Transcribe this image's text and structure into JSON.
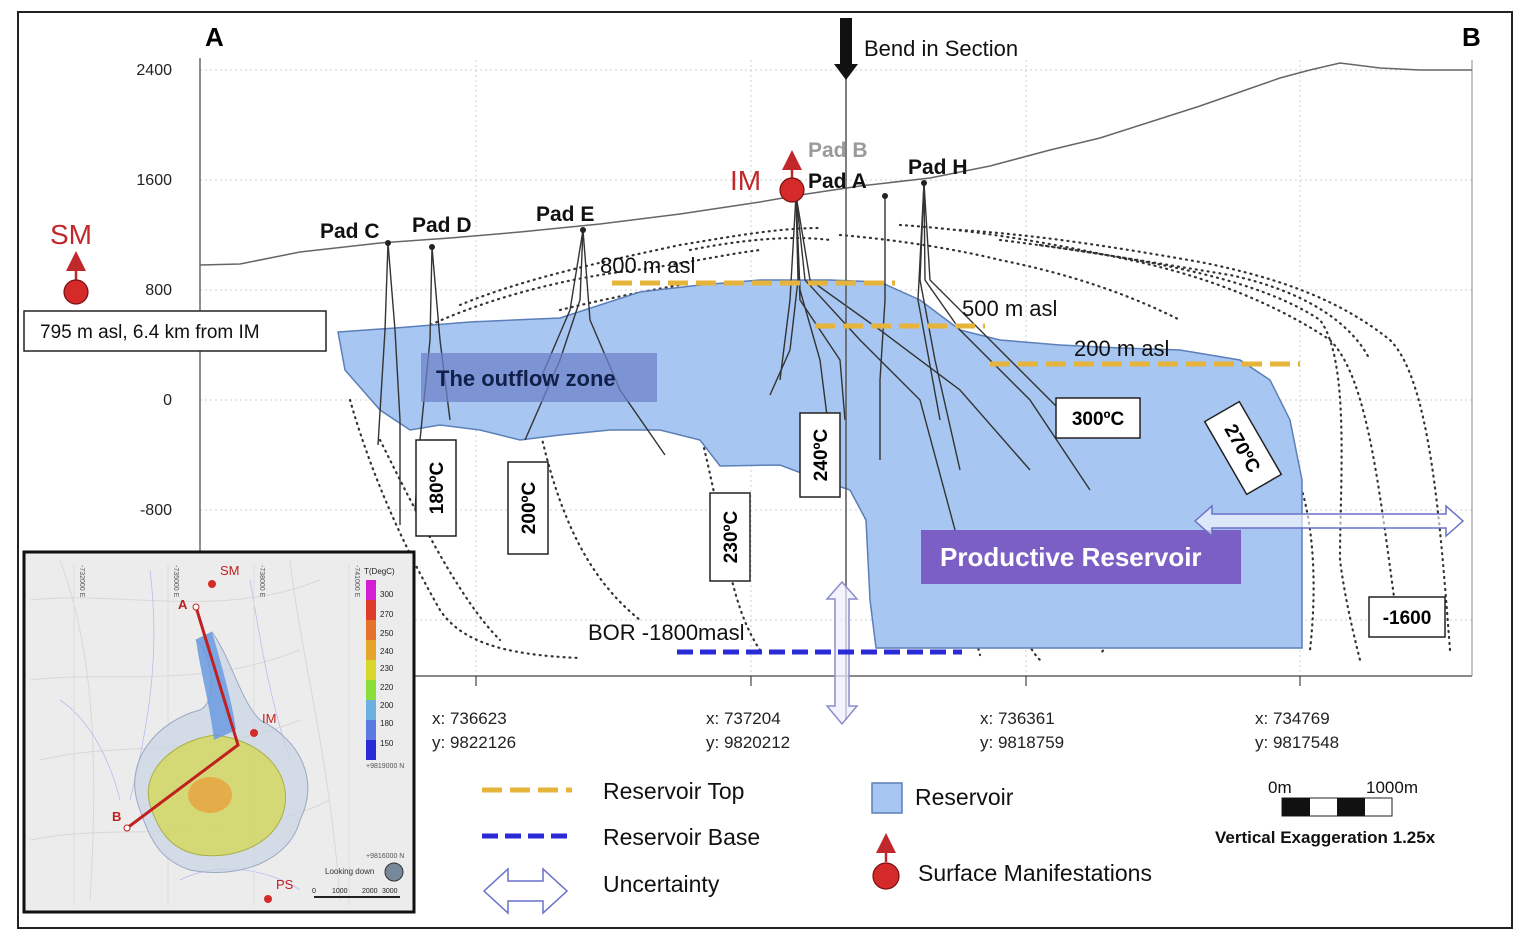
{
  "corners": {
    "left": "A",
    "right": "B"
  },
  "bend_label": "Bend in Section",
  "y_ticks": [
    "2400",
    "1600",
    "800",
    "0",
    "-800"
  ],
  "pads": {
    "c": "Pad C",
    "d": "Pad D",
    "e": "Pad E",
    "a": "Pad A",
    "b": "Pad B",
    "h": "Pad H"
  },
  "manifestations": {
    "sm": "SM",
    "im": "IM",
    "sm_note": "795 m asl, 6.4 km from IM"
  },
  "reservoir_top_levels": [
    "800 m asl",
    "500 m asl",
    "200 m asl"
  ],
  "zones": {
    "outflow": "The outflow zone",
    "productive": "Productive Reservoir"
  },
  "isotherms": [
    "180ºC",
    "200ºC",
    "230ºC",
    "240ºC",
    "300ºC",
    "270ºC"
  ],
  "bor_label": "BOR -1800masl",
  "depth_box": "-1600",
  "coords": [
    {
      "x": "x: 736623",
      "y": "y: 9822126"
    },
    {
      "x": "x: 737204",
      "y": "y: 9820212"
    },
    {
      "x": "x: 736361",
      "y": "y: 9818759"
    },
    {
      "x": "x: 734769",
      "y": "y: 9817548"
    }
  ],
  "legend": {
    "reservoir_top": "Reservoir Top",
    "reservoir_base": "Reservoir Base",
    "uncertainty": "Uncertainty",
    "reservoir": "Reservoir",
    "surface_manifestations": "Surface Manifestations"
  },
  "scale": {
    "start": "0m",
    "end": "1000m",
    "note": "Vertical Exaggeration 1.25x"
  },
  "inset": {
    "colorbar_title": "T(DegC)",
    "colorbar_ticks": [
      "300",
      "270",
      "250",
      "240",
      "230",
      "220",
      "200",
      "180",
      "150"
    ],
    "labels": {
      "sm": "SM",
      "a": "A",
      "im": "IM",
      "b": "B",
      "ps": "PS"
    },
    "looking": "Looking down",
    "scalebar": [
      "0",
      "1000",
      "2000",
      "3000"
    ],
    "grid_labels": [
      "-732000 E",
      "-735000 E",
      "-738000 E",
      "-741000 E",
      "+9819000 N",
      "+9816000 N"
    ]
  },
  "colors": {
    "reservoir_fill": "#a7c6f2",
    "reservoir_stroke": "#5b7fb8",
    "zone_box": "#6e83c9",
    "productive_box": "#7b5fc4",
    "top_line": "#e6b43a",
    "base_line": "#2a2ad6",
    "manifestation": "#d42a2a",
    "im_text": "#c0282c",
    "pad_b_text": "#9a9a9a",
    "uncertainty_stroke": "#6a70c8"
  }
}
